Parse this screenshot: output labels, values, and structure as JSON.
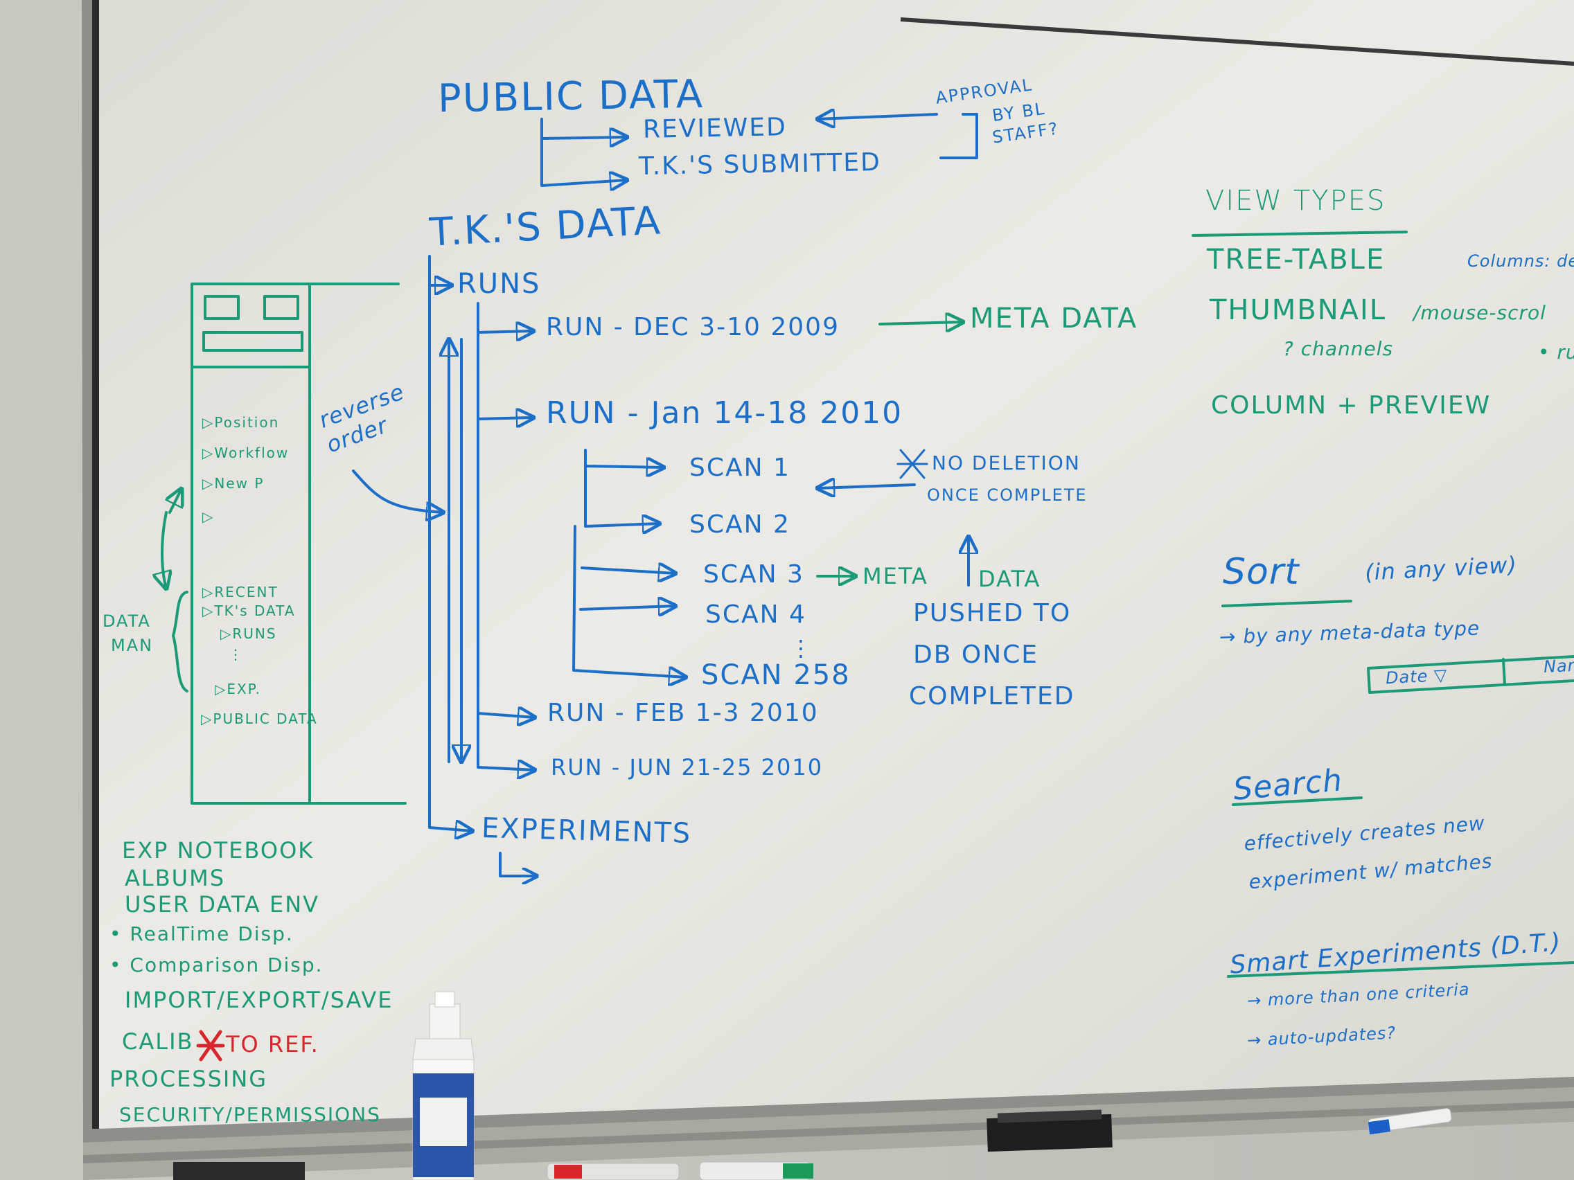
{
  "public": {
    "title": "PUBLIC DATA",
    "reviewed": "REVIEWED",
    "submitted": "T.K.'S SUBMITTED",
    "approval_1": "APPROVAL",
    "approval_2": "BY BL",
    "approval_3": "STAFF?"
  },
  "tk": {
    "title": "T.K.'S DATA",
    "runs": "RUNS",
    "run1": "RUN - DEC 3-10 2009",
    "meta1": "META DATA",
    "run2": "RUN - Jan 14-18 2010",
    "scan1": "SCAN 1",
    "scan2": "SCAN 2",
    "scan3": "SCAN 3",
    "meta_scan": "META",
    "meta_scan2": "DATA",
    "scan4": "SCAN 4",
    "scan_ellipsis": "⋮",
    "scan258": "SCAN 258",
    "nodel_1": "NO DELETION",
    "nodel_2": "ONCE COMPLETE",
    "pushed_1": "PUSHED TO",
    "pushed_2": "DB ONCE",
    "pushed_3": "COMPLETED",
    "run3": "RUN - FEB 1-3 2010",
    "run4": "RUN - JUN 21-25 2010",
    "experiments": "EXPERIMENTS",
    "reverse_1": "reverse",
    "reverse_2": "order"
  },
  "panel": {
    "items": [
      "▷Position",
      "▷Workflow",
      "▷New P",
      "▷"
    ],
    "data_man_1": "DATA",
    "data_man_2": "MAN",
    "tree": [
      "▷RECENT",
      "▷TK's DATA",
      "▷RUNS",
      "⋮",
      "▷EXP.",
      "▷PUBLIC DATA"
    ]
  },
  "notes": {
    "l1": "EXP NOTEBOOK",
    "l2": "ALBUMS",
    "l3": "USER DATA ENV",
    "l4": "• RealTime Disp.",
    "l5": "• Comparison Disp.",
    "l6": "IMPORT/EXPORT/SAVE",
    "l7a": "CALIB",
    "l7b": "TO REF.",
    "l8": "PROCESSING",
    "l9": "SECURITY/PERMISSIONS"
  },
  "view": {
    "title": "VIEW TYPES",
    "tree_table": "TREE-TABLE",
    "columns": "Columns: de",
    "thumbnail": "THUMBNAIL",
    "mouse": "/mouse-scrol",
    "channels": "? channels",
    "bullet": "• ru",
    "column_preview": "COLUMN + PREVIEW"
  },
  "sort": {
    "title": "Sort",
    "any_view": "(in any view)",
    "by": "→ by any meta-data type",
    "col_date": "Date ▽",
    "col_name": "Nar"
  },
  "search": {
    "title": "Search",
    "l1": "effectively creates new",
    "l2": "experiment w/ matches"
  },
  "smart": {
    "title": "Smart Experiments (D.T.)",
    "l1": "→ more than one criteria",
    "l2": "→ auto-updates?"
  },
  "colors": {
    "blue_marker": "#1c6fc9",
    "green_marker": "#1a9a78",
    "red_marker": "#d8262c",
    "board": "#e8e7e2"
  }
}
